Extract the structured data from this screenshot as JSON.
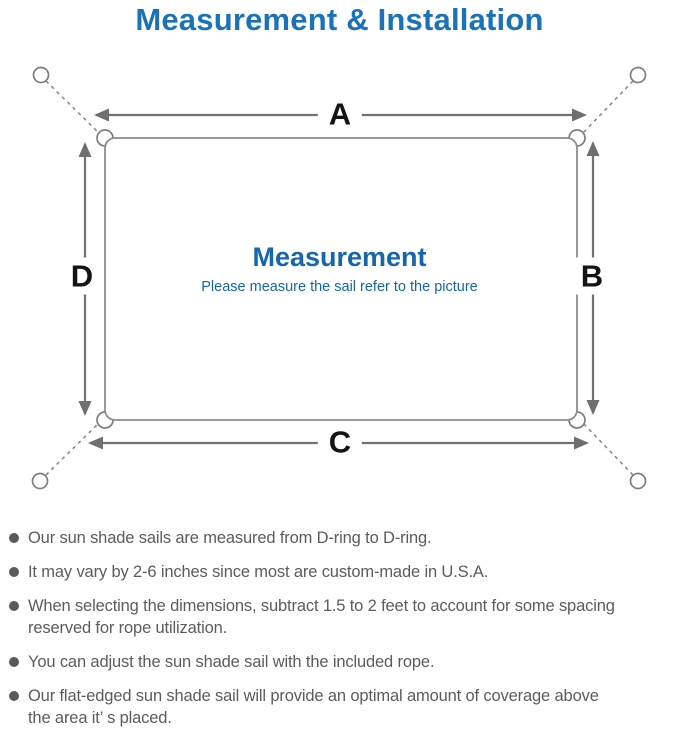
{
  "header": {
    "title": "Measurement & Installation"
  },
  "diagram": {
    "labels": {
      "top": "A",
      "right": "B",
      "bottom": "C",
      "left": "D"
    },
    "center_title": "Measurement",
    "center_subtitle": "Please measure the sail refer to the picture"
  },
  "notes": {
    "items": [
      "Our sun shade sails are measured from D-ring to D-ring.",
      "It may vary by 2-6 inches since most are custom-made in U.S.A.",
      "When selecting the dimensions, subtract 1.5 to 2 feet to account for some spacing\nreserved for rope utilization.",
      "You can adjust the sun shade sail with the included rope.",
      "Our flat-edged sun shade sail will provide an optimal amount of coverage above\nthe area it’ s placed."
    ]
  },
  "palette": {
    "title_blue": "#1a73ba",
    "center_blue": "#1566ae",
    "diagram_line_gray": "#8d8d8d",
    "arrow_gray": "#717171",
    "dimension_label_black": "#141414",
    "body_text_gray": "#5c5c5c",
    "background": "#ffffff"
  }
}
